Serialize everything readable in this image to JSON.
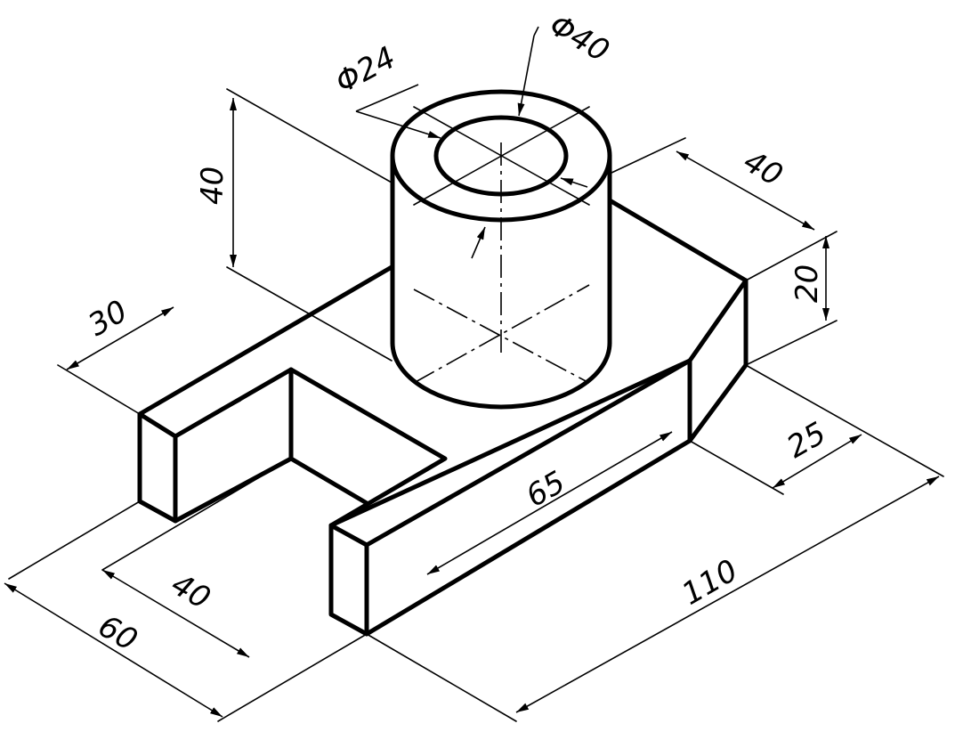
{
  "dimensions": {
    "dia_outer": "Φ40",
    "dia_inner": "Φ24",
    "cyl_height": "40",
    "top_width": "40",
    "right_height": "20",
    "right_depth": "25",
    "arm_length": "65",
    "total_length": "110",
    "left_block": "30",
    "slot_depth": "40",
    "total_width": "60"
  }
}
